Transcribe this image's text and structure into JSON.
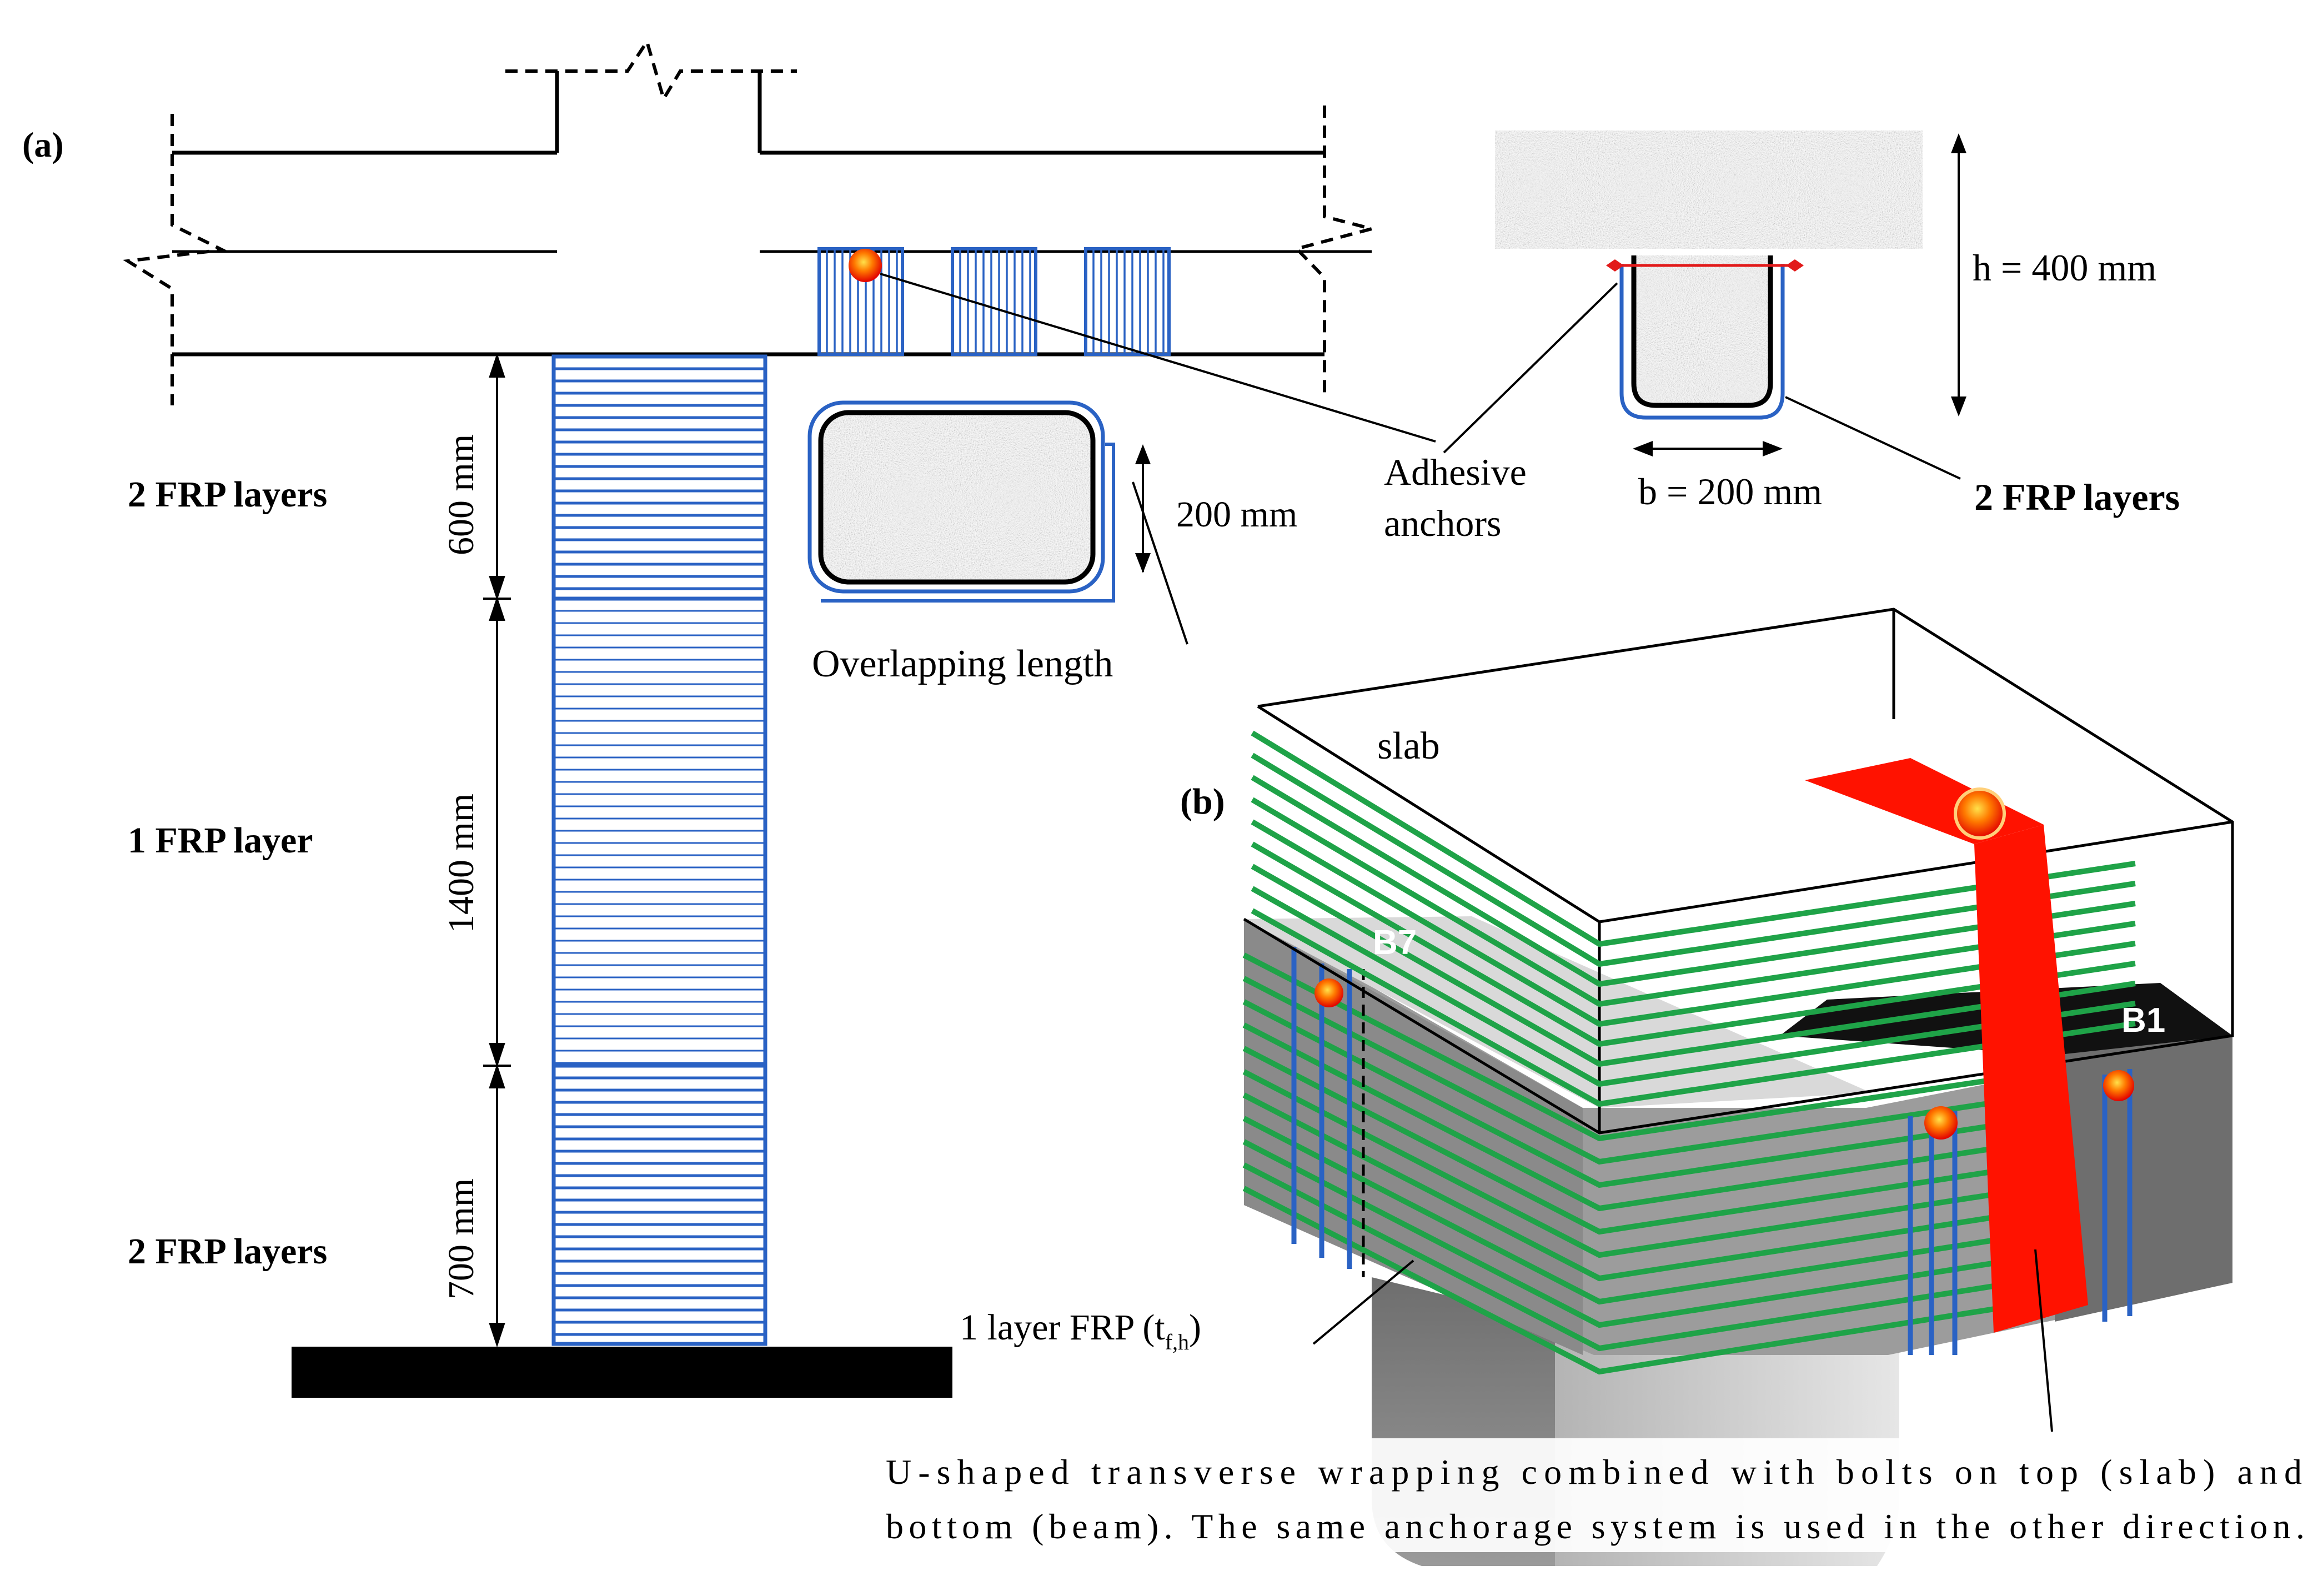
{
  "panel_a": {
    "label": "(a)",
    "column_zones": [
      {
        "layers": "2 FRP layers",
        "length": "600 mm"
      },
      {
        "layers": "1 FRP layer",
        "length": "1400 mm"
      },
      {
        "layers": "2 FRP layers",
        "length": "700 mm"
      }
    ],
    "jacket_overlap": {
      "length_value": "200 mm",
      "caption": "Overlapping length"
    },
    "beam_section": {
      "height": "h = 400 mm",
      "width": "b = 200 mm",
      "layers": "2 FRP layers",
      "anchor_caption_line1": "Adhesive",
      "anchor_caption_line2": "anchors"
    }
  },
  "panel_b": {
    "label": "(b)",
    "slab_label": "slab",
    "beam_label_left": "B7",
    "beam_label_right": "B1",
    "frp_label_main": "1 layer FRP (t",
    "frp_label_sub": "f,h",
    "frp_label_close": ")",
    "note_line1": "U-shaped transverse wrapping combined with bolts on top (slab) and",
    "note_line2": "bottom (beam). The same anchorage system is used in the other direction."
  },
  "colors": {
    "frp_blue": "#2a62c4",
    "frp_green": "#1fa348",
    "bolt_red": "#ff1a00",
    "strip_red": "#ff1200"
  }
}
